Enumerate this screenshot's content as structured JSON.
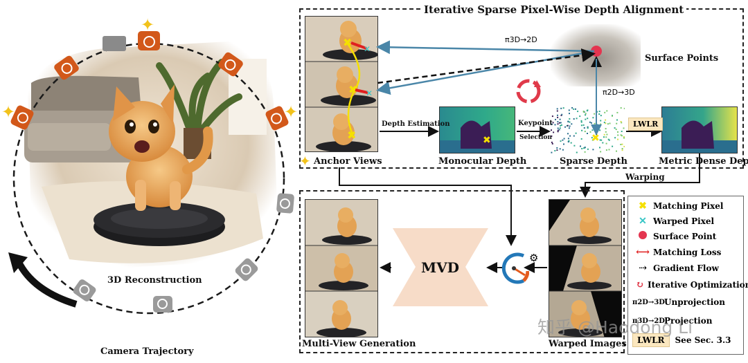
{
  "left_panel": {
    "reconstruction_label": "3D Reconstruction",
    "trajectory_label": "Camera Trajectory"
  },
  "alignment": {
    "title": "Iterative Sparse Pixel-Wise Depth Alignment",
    "surface_points_label": "Surface Points",
    "anchor_views_label": "Anchor Views",
    "depth_estimation_label": "Depth Estimation",
    "monocular_depth_label": "Monocular Depth",
    "keypoint_label": "Keypoint",
    "selection_label": "Selection",
    "sparse_depth_label": "Sparse Depth",
    "lwlr_label": "LWLR",
    "metric_dense_label": "Metric Dense Depth",
    "warping_label": "Warping",
    "projection_symbol": "π3D→2D",
    "unprojection_symbol": "π2D→3D"
  },
  "generation": {
    "mvd_label": "MVD",
    "multiview_label": "Multi-View Generation",
    "warped_label": "Warped Images"
  },
  "legend": {
    "items": [
      {
        "label": "Matching Pixel",
        "icon": "matching-pixel-icon"
      },
      {
        "label": "Warped Pixel",
        "icon": "warped-pixel-icon"
      },
      {
        "label": "Surface Point",
        "icon": "surface-point-icon"
      },
      {
        "label": "Matching Loss",
        "icon": "matching-loss-icon"
      },
      {
        "label": "Gradient Flow",
        "icon": "gradient-flow-icon"
      },
      {
        "label": "Iterative Optimization",
        "icon": "iterative-optimization-icon"
      },
      {
        "label": "Unprojection",
        "icon": "unprojection-icon"
      },
      {
        "label": "Projection",
        "icon": "projection-icon"
      }
    ],
    "lwlr_tag": "LWLR",
    "see_sec": "See Sec. 3.3"
  },
  "watermark": "知乎 @Haodong Li",
  "colors": {
    "matching_pixel": "#f5e000",
    "warped_pixel": "#39c6c6",
    "surface_point": "#e43550",
    "matching_loss": "#e02020",
    "camera_orange": "#d2581a",
    "camera_gray": "#9a9a9a",
    "arrow_blue": "#4a86a8",
    "mvd_fill": "#f7dcc8",
    "lwlr_fill": "#fbe7bf"
  }
}
